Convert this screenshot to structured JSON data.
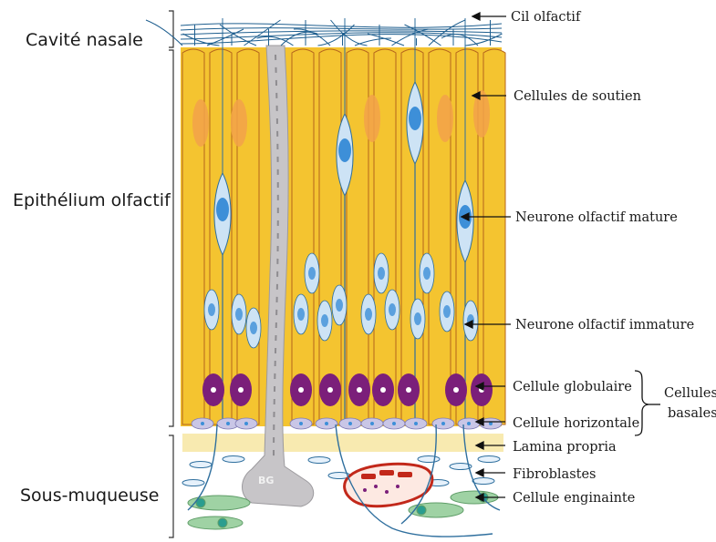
{
  "regions": {
    "nasal_cavity": "Cavité nasale",
    "epithelium": "Epithélium olfactif",
    "submucosa": "Sous-muqueuse"
  },
  "callouts": {
    "cilia": "Cil olfactif",
    "support_cells": "Cellules de soutien",
    "mature_neuron": "Neurone olfactif mature",
    "immature_neuron": "Neurone olfactif immature",
    "globular_cell": "Cellule globulaire",
    "horizontal_cell": "Cellule horizontale",
    "lamina_propria": "Lamina propria",
    "fibroblasts": "Fibroblastes",
    "ensheathing_cell": "Cellule enginainte"
  },
  "basal_group": {
    "line1": "Cellules",
    "line2": "basales"
  },
  "gland_label": "BG",
  "colors": {
    "support_cell": "#f4c430",
    "support_outline": "#b5651d",
    "support_nucleus": "#f2a24a",
    "neuron": "#cde3f5",
    "neuron_nucleus": "#3d8fd8",
    "globular": "#7b1f7a",
    "horizontal": "#c9c6e6",
    "lamina": "#f8eab0",
    "cilia": "#1f5f8f",
    "gland": "#c7c5c8",
    "ensheathing": "#9fd2a4",
    "vessel": "#c2281a"
  }
}
